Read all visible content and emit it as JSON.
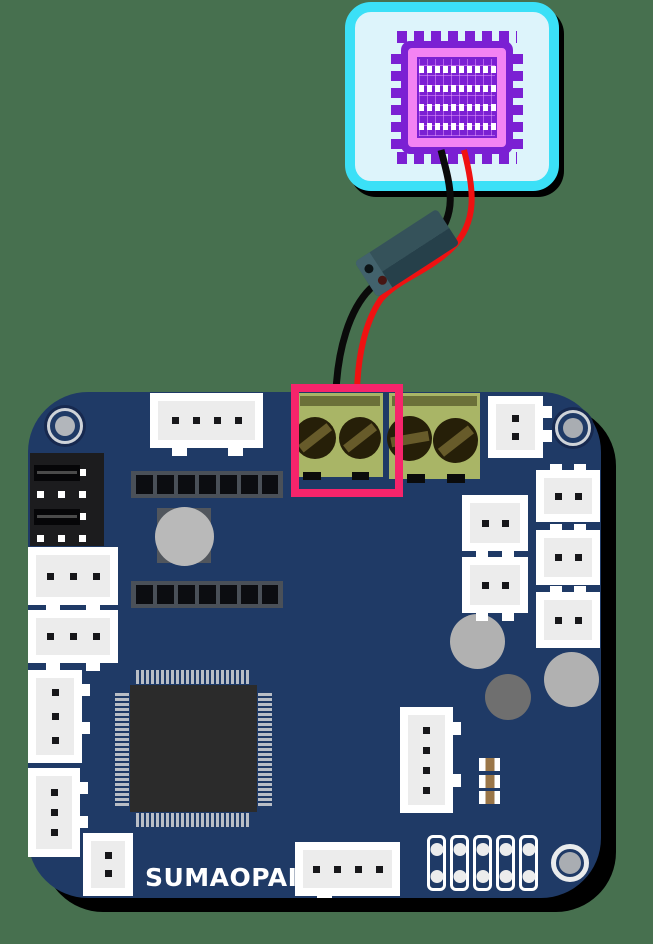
{
  "scene": {
    "brand": "SUMAOPAI",
    "description_parts": {
      "panel": "led-matrix-sensor-panel",
      "inline": "inline-wire-connector",
      "board": "controller-pcb",
      "highlight": "power-terminal-highlight"
    }
  },
  "colors": {
    "background": "#47704f",
    "pcb": "#1f3a66",
    "highlight": "#f6246b",
    "cyan_border": "#3be0f7",
    "cyan_fill": "#ddf4fb",
    "panel_purple": "#7b20d3",
    "panel_pink": "#f383f3",
    "terminal_green": "#a9b566",
    "terminal_dark": "#6b7039",
    "wire_red": "#ef1111",
    "wire_black": "#0a0a0a",
    "ic": "#2b2b2b"
  }
}
